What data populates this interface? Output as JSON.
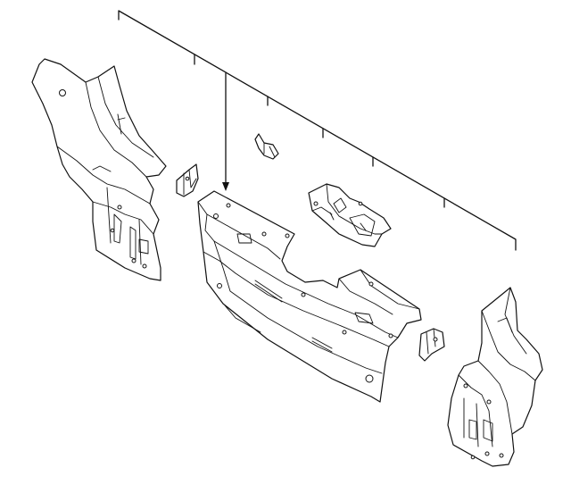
{
  "diagram": {
    "type": "exploded parts diagram",
    "components": [
      "left-side-panel",
      "left-bracket",
      "small-clip",
      "center-dash-panel",
      "upper-reinforcement",
      "right-bracket",
      "right-side-panel"
    ],
    "colors": {
      "line": "#111111",
      "background": "#ffffff"
    }
  }
}
